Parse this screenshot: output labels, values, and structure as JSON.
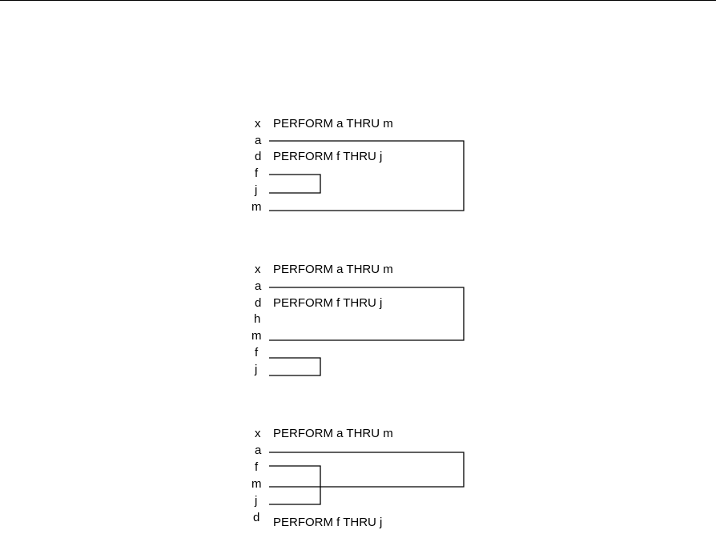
{
  "diagrams": [
    {
      "labels": {
        "x": "x",
        "a": "a",
        "d": "d",
        "f": "f",
        "j": "j",
        "m": "m"
      },
      "outer_statement": "PERFORM a THRU m",
      "inner_statement": "PERFORM f THRU j"
    },
    {
      "labels": {
        "x": "x",
        "a": "a",
        "d": "d",
        "h": "h",
        "m": "m",
        "f": "f",
        "j": "j"
      },
      "outer_statement": "PERFORM a THRU m",
      "inner_statement": "PERFORM f THRU j"
    },
    {
      "labels": {
        "x": "x",
        "a": "a",
        "f": "f",
        "m": "m",
        "j": "j",
        "d": "d"
      },
      "outer_statement": "PERFORM a THRU m",
      "inner_statement": "PERFORM f THRU j"
    }
  ]
}
